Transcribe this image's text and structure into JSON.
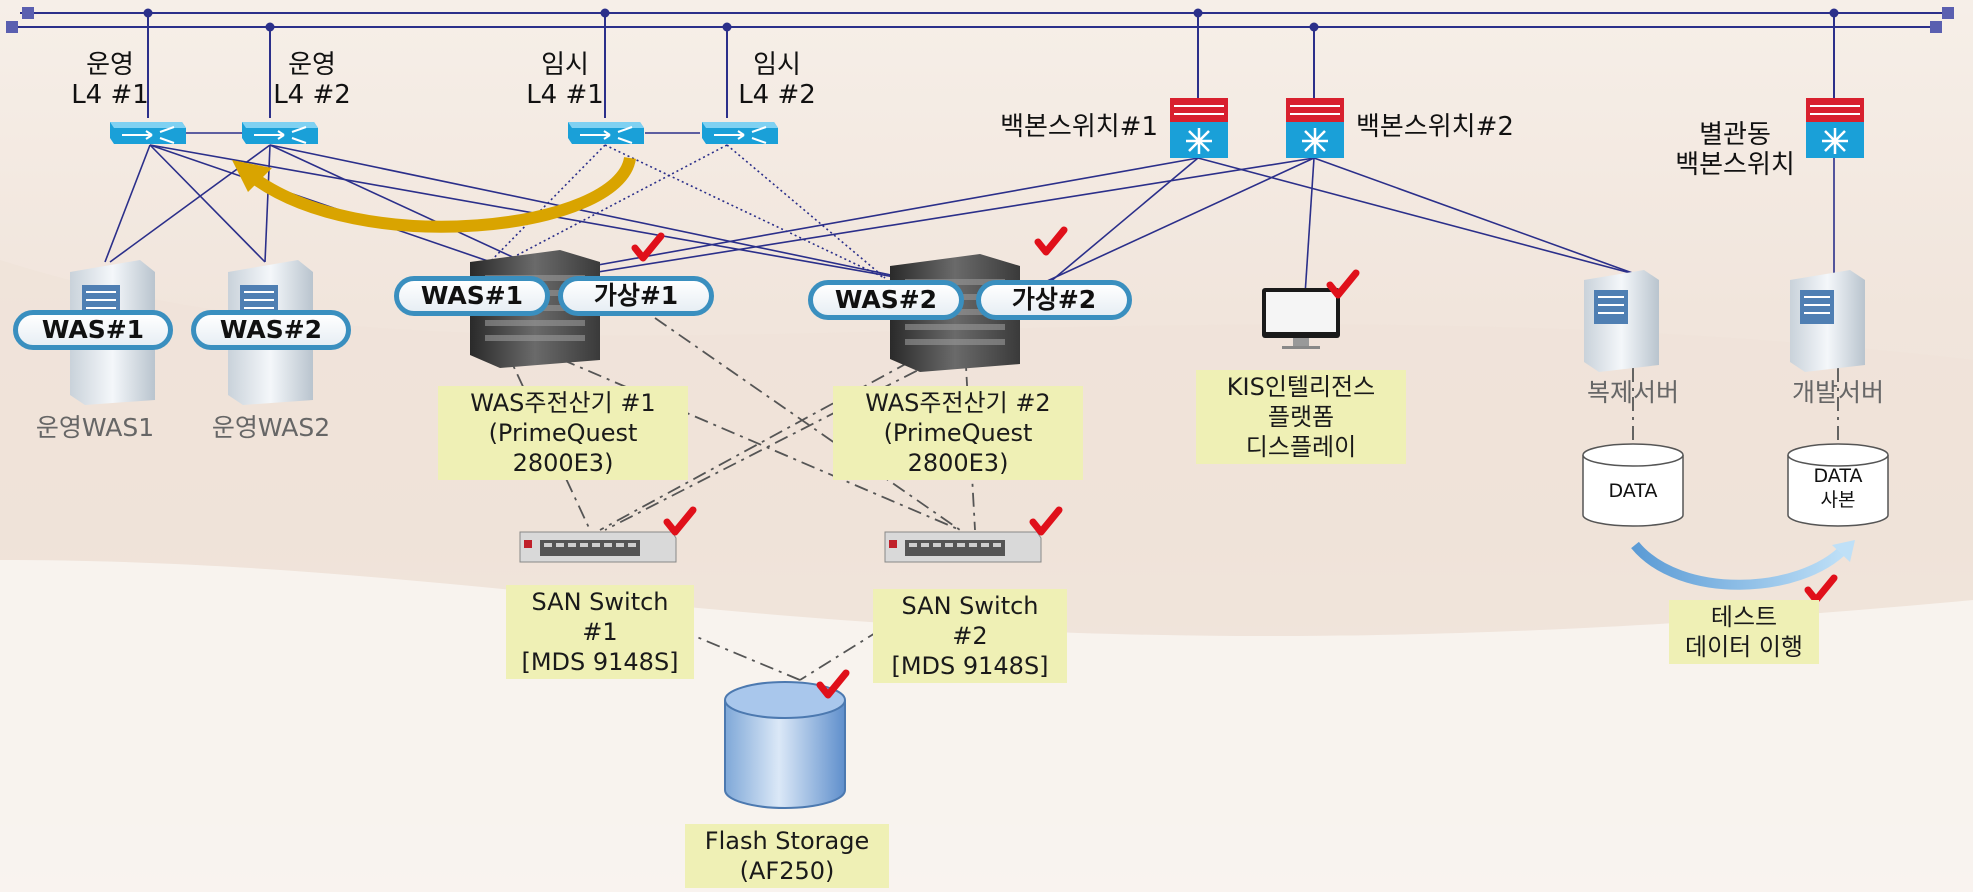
{
  "switch_labels": {
    "op_l4_1": {
      "line1": "운영",
      "line2": "L4 #1"
    },
    "op_l4_2": {
      "line1": "운영",
      "line2": "L4 #2"
    },
    "tmp_l4_1": {
      "line1": "임시",
      "line2": "L4 #1"
    },
    "tmp_l4_2": {
      "line1": "임시",
      "line2": "L4 #2"
    },
    "backbone1": "백본스위치#1",
    "backbone2": "백본스위치#2",
    "annex_backbone": {
      "line1": "별관동",
      "line2": "백본스위치"
    }
  },
  "was_servers": {
    "was1_pill": "WAS#1",
    "was2_pill": "WAS#2",
    "was1_caption": "운영WAS1",
    "was2_caption": "운영WAS2"
  },
  "mainframes": {
    "m1_pill_a": "WAS#1",
    "m1_pill_b": "가상#1",
    "m2_pill_a": "WAS#2",
    "m2_pill_b": "가상#2",
    "m1_label": {
      "line1": "WAS주전산기 #1",
      "line2": "(PrimeQuest",
      "line3": "2800E3)"
    },
    "m2_label": {
      "line1": "WAS주전산기 #2",
      "line2": "(PrimeQuest",
      "line3": "2800E3)"
    }
  },
  "san": {
    "s1": {
      "line1": "SAN Switch #1",
      "line2": "[MDS 9148S]"
    },
    "s2": {
      "line1": "SAN Switch #2",
      "line2": "[MDS 9148S]"
    }
  },
  "storage": {
    "line1": "Flash Storage",
    "line2": "(AF250)"
  },
  "kis": {
    "line1": "KIS인텔리전스",
    "line2": "플랫폼",
    "line3": "디스플레이"
  },
  "replica": {
    "caption": "복제서버",
    "db": "DATA"
  },
  "dev": {
    "caption": "개발서버",
    "db_line1": "DATA",
    "db_line2": "사본"
  },
  "migration": {
    "line1": "테스트",
    "line2": "데이터 이행"
  },
  "colors": {
    "line": "#2b2f8a",
    "pill_border": "#3a8fbf",
    "label_bg": "#eff0b5",
    "check": "#e0101a",
    "l4": "#1aa0d8",
    "backbone": "#d8202e"
  }
}
